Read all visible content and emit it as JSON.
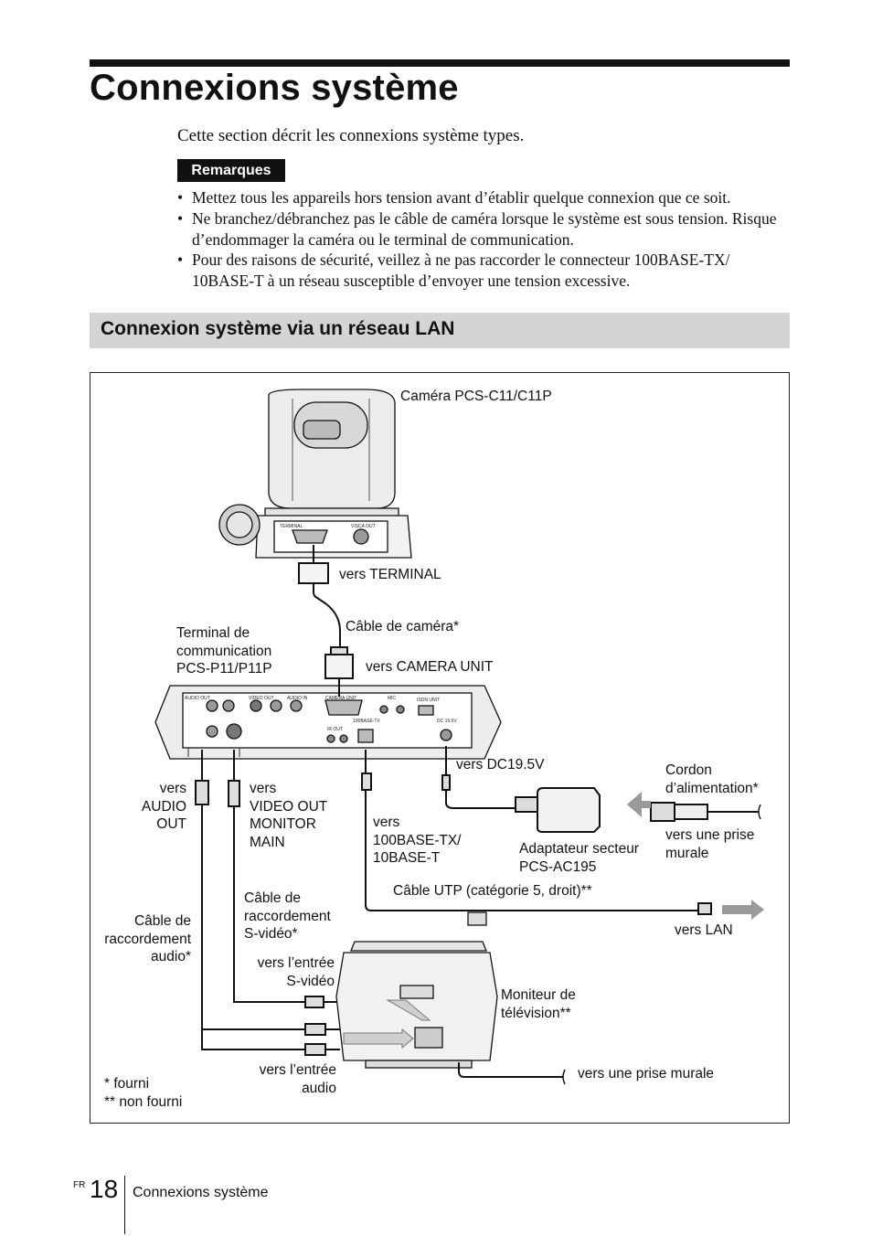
{
  "header": {
    "title": "Connexions système"
  },
  "intro": "Cette section décrit les connexions système types.",
  "notes": {
    "badge": "Remarques",
    "items": [
      "Mettez tous les appareils hors tension avant d’établir quelque connexion que ce soit.",
      "Ne branchez/débranchez pas le câble de caméra lorsque le système est sous tension. Risque d’endommager la caméra ou le terminal de communication.",
      "Pour des raisons de sécurité, veillez à ne pas raccorder le connecteur 100BASE-TX/ 10BASE-T à un réseau susceptible d’envoyer une tension excessive."
    ]
  },
  "section": {
    "title": "Connexion système via un réseau LAN"
  },
  "diagram": {
    "camera": "Caméra PCS-C11/C11P",
    "to_terminal": "vers TERMINAL",
    "camera_cable": "Câble de caméra*",
    "terminal": [
      "Terminal de",
      "communication",
      "PCS-P11/P11P"
    ],
    "to_camera_unit": "vers CAMERA UNIT",
    "to_dc": "vers DC19.5V",
    "power_cord": [
      "Cordon",
      "d’alimentation*"
    ],
    "to_audio_out": [
      "vers",
      "AUDIO",
      "OUT"
    ],
    "to_video_out": [
      "vers",
      "VIDEO OUT",
      "MONITOR",
      "MAIN"
    ],
    "to_lan_port": [
      "vers",
      "100BASE-TX/",
      "10BASE-T"
    ],
    "adapter": [
      "Adaptateur secteur",
      "PCS-AC195"
    ],
    "to_wall_1": [
      "vers une prise",
      "murale"
    ],
    "utp_cable": "Câble UTP (catégorie 5, droit)**",
    "to_lan": "vers LAN",
    "svideo_cable": [
      "Câble de",
      "raccordement",
      "S-vidéo*"
    ],
    "audio_cable": [
      "Câble de",
      "raccordement",
      "audio*"
    ],
    "to_svideo_in": [
      "vers l’entrée",
      "S-vidéo"
    ],
    "tv": [
      "Moniteur de",
      "télévision**"
    ],
    "to_audio_in": [
      "vers l’entrée",
      "audio"
    ],
    "to_wall_2": "vers une prise murale",
    "legend": [
      "*  fourni",
      "** non fourni"
    ],
    "panel_labels": {
      "camera_terminal": "TERMINAL",
      "visca_out": "VISCA OUT",
      "audio_out": "AUDIO OUT",
      "video_out": "VIDEO OUT",
      "audio_in": "AUDIO IN",
      "camera_unit": "CAMERA UNIT",
      "mic": "MIC",
      "isdn_unit": "ISDN UNIT",
      "lan_port": "100BASE-TX",
      "dc_in": "DC 19.5V",
      "ir_out": "IR OUT"
    }
  },
  "footer": {
    "lang": "FR",
    "page": "18",
    "section": "Connexions système"
  }
}
